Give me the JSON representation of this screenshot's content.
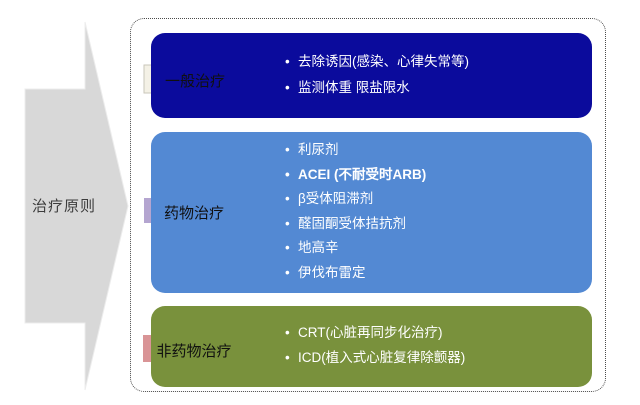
{
  "page": {
    "background": "#ffffff"
  },
  "left_arrow": {
    "label": "治疗原则",
    "fill": "#d8d8d8"
  },
  "frame": {
    "border_color": "#4b4b4b",
    "border_style": "dotted"
  },
  "bullet_glyph": "•",
  "sections": [
    {
      "label": "一般治疗",
      "box_color": "#0b0b9c",
      "arrow_color": "#f4f1e6",
      "arrow_stroke": "#c9c6ba",
      "items": [
        "去除诱因(感染、心律失常等)",
        "监测体重 限盐限水"
      ]
    },
    {
      "label": "药物治疗",
      "box_color": "#5389d3",
      "arrow_color": "#b4a5d0",
      "items": [
        "利尿剂",
        "ACEI (不耐受时ARB)",
        "β受体阻滞剂",
        "醛固酮受体拮抗剂",
        "地高辛",
        "伊伐布雷定"
      ],
      "bold_item_index": 1
    },
    {
      "label": "非药物治疗",
      "box_color": "#79913c",
      "arrow_color": "#d99496",
      "items": [
        "CRT(心脏再同步化治疗)",
        "ICD(植入式心脏复律除颤器)"
      ]
    }
  ]
}
